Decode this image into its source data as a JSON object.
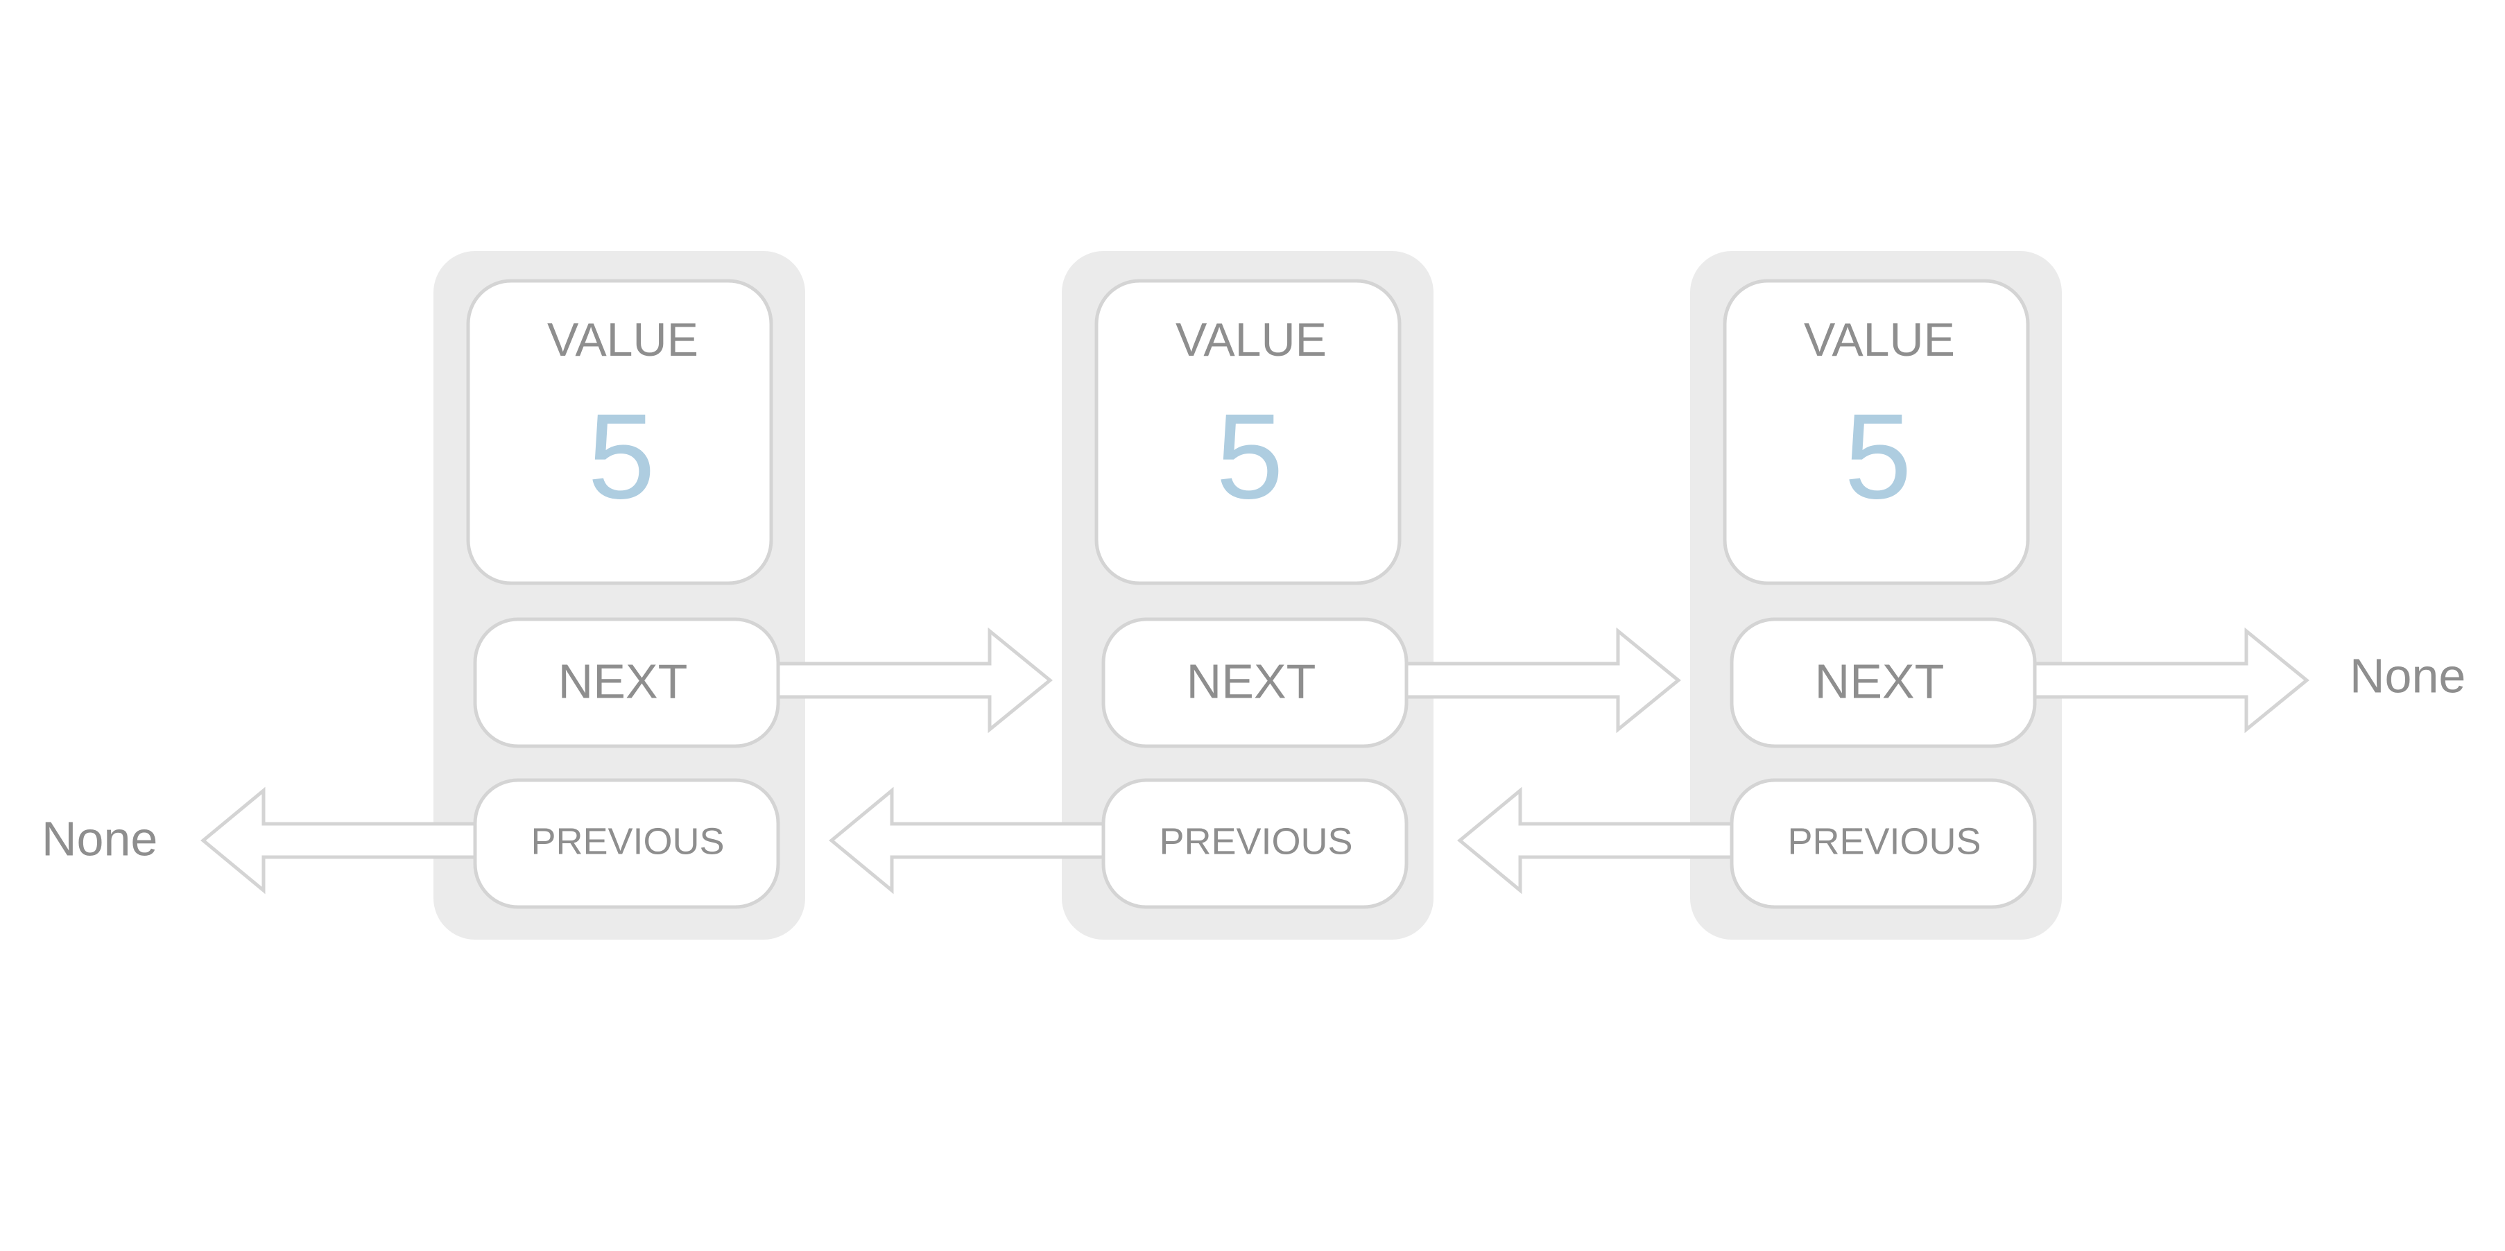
{
  "nodes": [
    {
      "value_label": "VALUE",
      "value": "5",
      "next_label": "NEXT",
      "previous_label": "PREVIOUS"
    },
    {
      "value_label": "VALUE",
      "value": "5",
      "next_label": "NEXT",
      "previous_label": "PREVIOUS"
    },
    {
      "value_label": "VALUE",
      "value": "5",
      "next_label": "NEXT",
      "previous_label": "PREVIOUS"
    }
  ],
  "left_terminal": "None",
  "right_terminal": "None",
  "colors": {
    "node_background": "#ebebeb",
    "slot_fill": "#ffffff",
    "outline": "#d4d4d4",
    "label": "#8e8e8e",
    "value": "#aecde0"
  }
}
